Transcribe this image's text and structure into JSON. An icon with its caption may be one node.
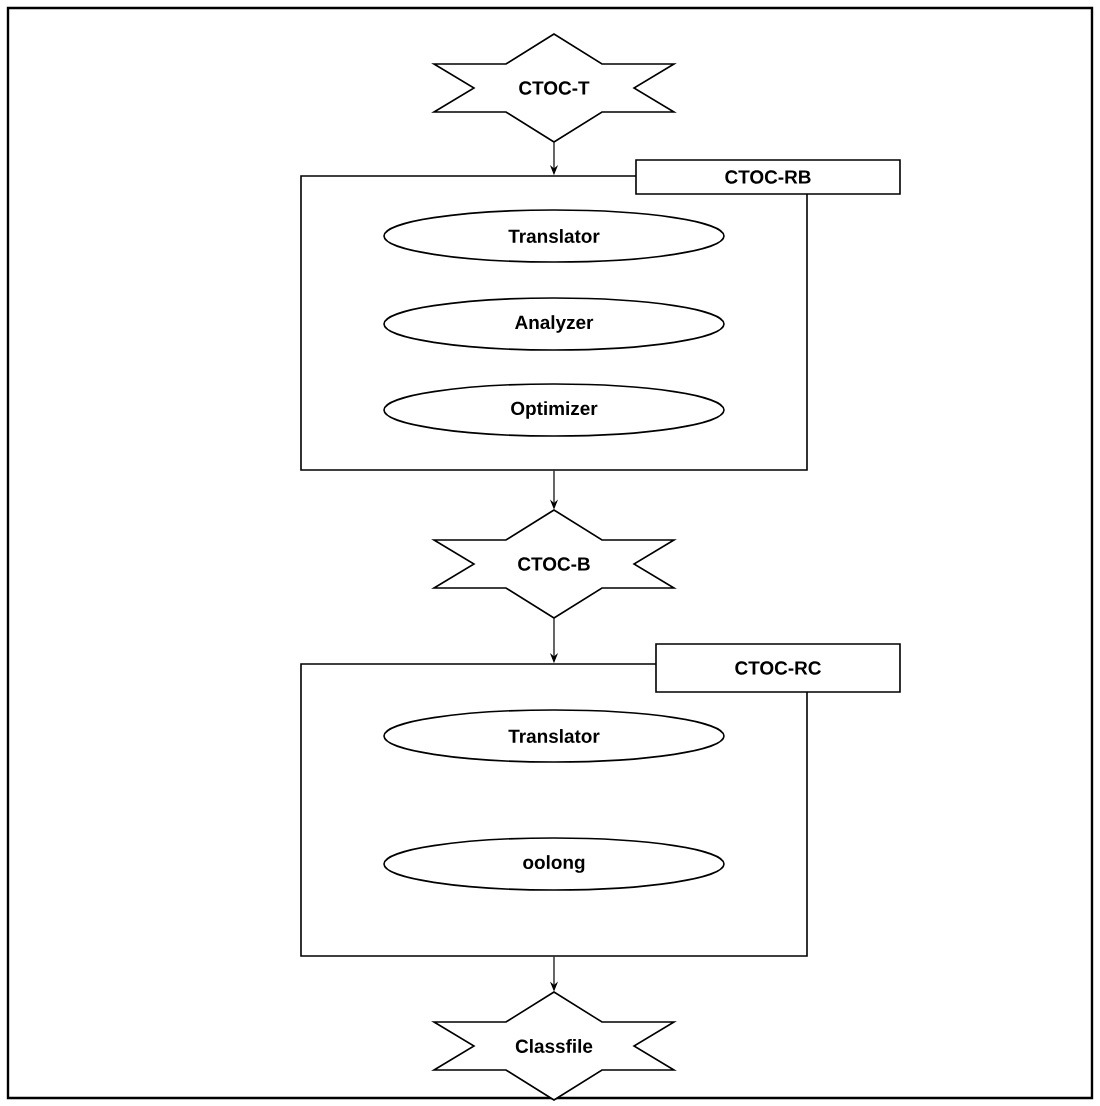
{
  "diagram": {
    "nodes": [
      {
        "text": [
          "CTOC-T"
        ]
      },
      {
        "text": [
          "CTOC-RB"
        ]
      },
      {
        "text": [
          "Translator"
        ],
        "in": 1
      },
      {
        "text": [
          "Analyzer"
        ],
        "in": 1
      },
      {
        "text": [
          "Optimizer"
        ],
        "in": 1
      },
      {
        "text": [
          "CTOC-B"
        ]
      },
      {
        "text": [
          "CTOC-RC"
        ]
      },
      {
        "text": [
          "Translator"
        ],
        "in": 6
      },
      {
        "text": [
          "oolong"
        ],
        "in": 6
      },
      {
        "text": [
          "Classfile"
        ]
      }
    ],
    "edges": [
      {
        "from": 0,
        "to": 1,
        "arrow": "to"
      },
      {
        "from": 1,
        "to": 5,
        "arrow": "to"
      },
      {
        "from": 5,
        "to": 6,
        "arrow": "to"
      },
      {
        "from": 6,
        "to": 9,
        "arrow": "to"
      }
    ]
  }
}
